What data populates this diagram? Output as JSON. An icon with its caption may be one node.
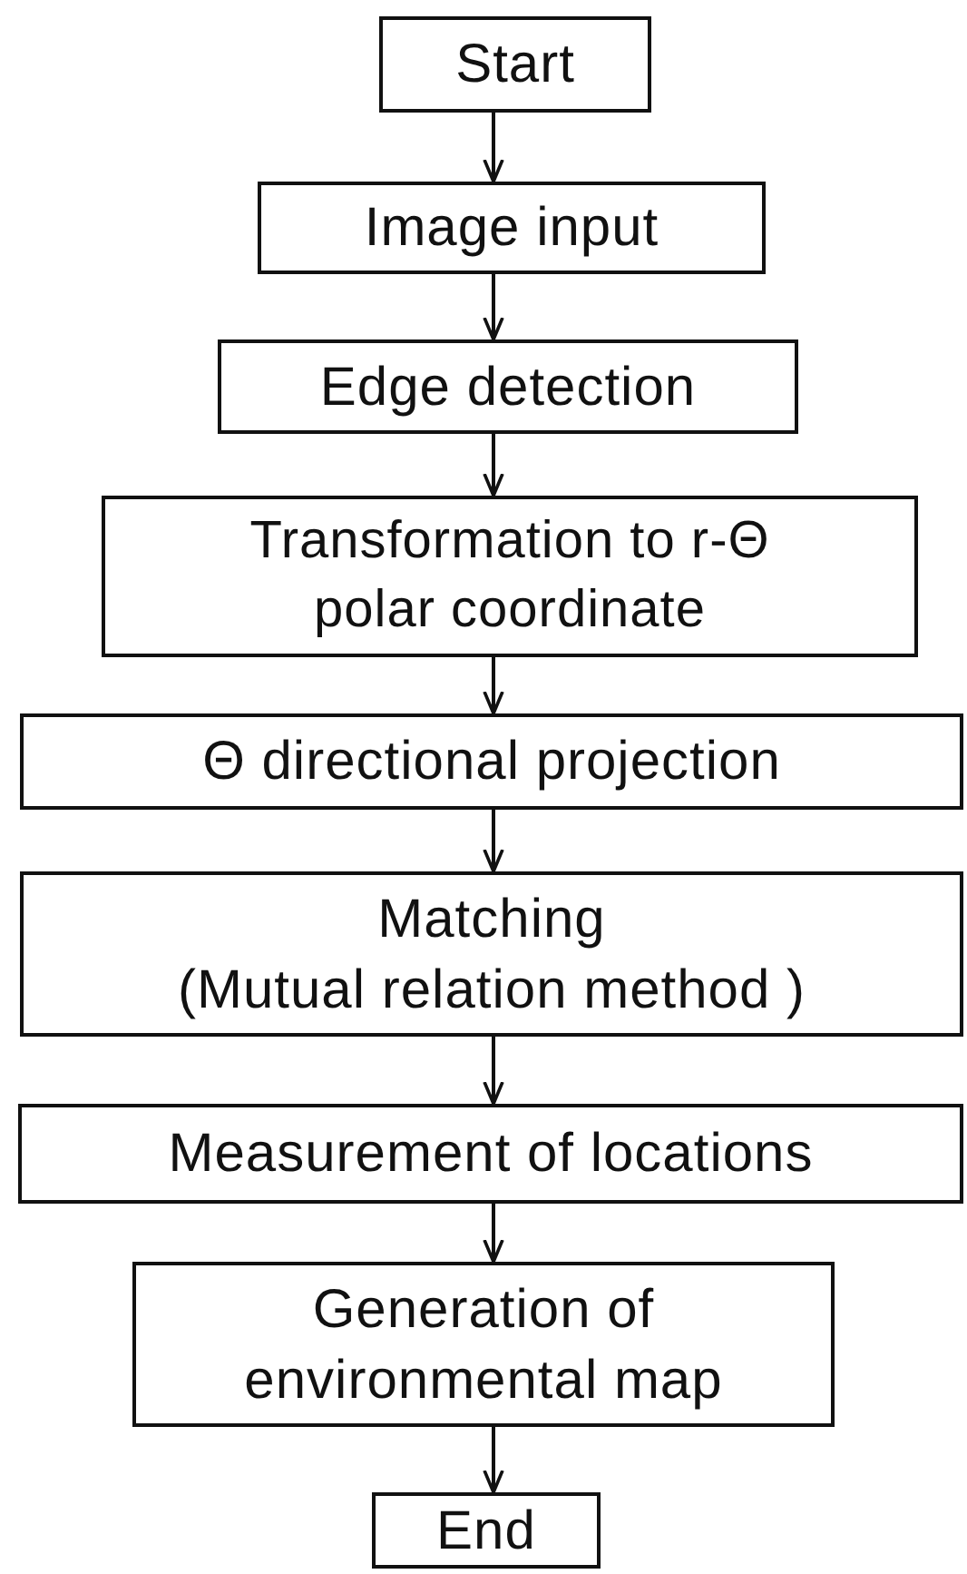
{
  "diagram": {
    "nodes": [
      {
        "text": [
          "Start"
        ]
      },
      {
        "text": [
          "Image input"
        ]
      },
      {
        "text": [
          "Edge detection"
        ]
      },
      {
        "text": [
          "Transformation to r-Θ polar coordinate"
        ]
      },
      {
        "text": [
          "Θ directional projection"
        ]
      },
      {
        "text": [
          "Matching (Mutual relation method )"
        ]
      },
      {
        "text": [
          "Measurement of locations"
        ]
      },
      {
        "text": [
          "Generation of environmental map"
        ]
      },
      {
        "text": [
          "End"
        ]
      }
    ],
    "edges": [
      {
        "from": 0,
        "to": 1,
        "arrow": "to"
      },
      {
        "from": 1,
        "to": 2,
        "arrow": "to"
      },
      {
        "from": 2,
        "to": 3,
        "arrow": "to"
      },
      {
        "from": 3,
        "to": 4,
        "arrow": "to"
      },
      {
        "from": 4,
        "to": 5,
        "arrow": "to"
      },
      {
        "from": 5,
        "to": 6,
        "arrow": "to"
      },
      {
        "from": 6,
        "to": 7,
        "arrow": "to"
      },
      {
        "from": 7,
        "to": 8,
        "arrow": "to"
      }
    ]
  }
}
